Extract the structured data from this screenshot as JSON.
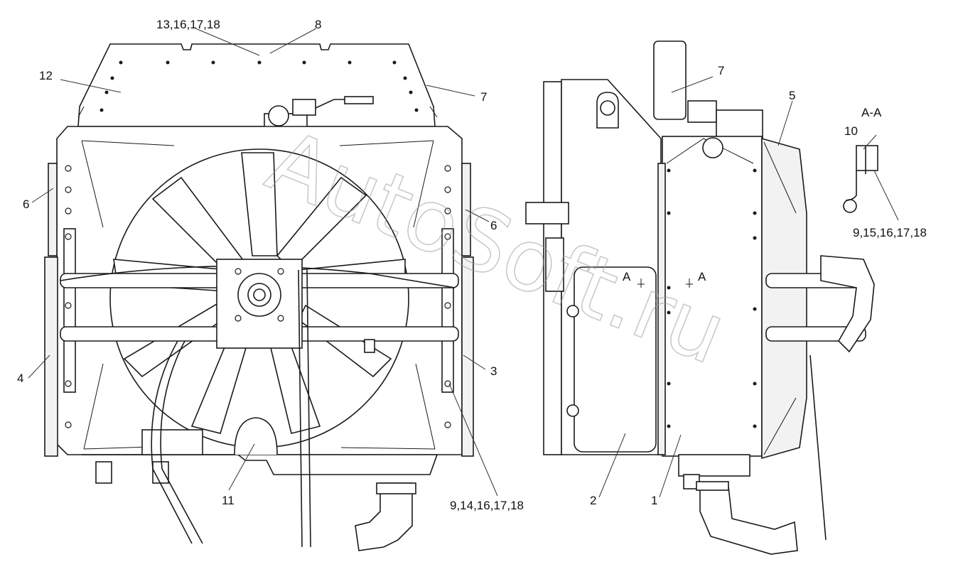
{
  "watermark": "AutoSoft.ru",
  "section_title": "A-A",
  "section_marks": [
    "A",
    "A"
  ],
  "callouts": {
    "c13_16_17_18": "13,16,17,18",
    "c8": "8",
    "c12": "12",
    "c7_left": "7",
    "c7_right": "7",
    "c6_left": "6",
    "c6_right": "6",
    "c4": "4",
    "c3": "3",
    "c11": "11",
    "c9_14": "9,14,16,17,18",
    "c2": "2",
    "c1": "1",
    "c5": "5",
    "c10": "10",
    "c9_15": "9,15,16,17,18"
  }
}
